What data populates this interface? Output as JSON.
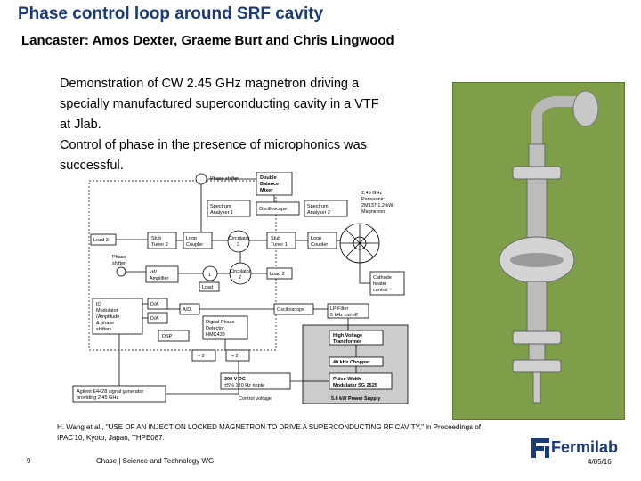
{
  "slide": {
    "title": "Phase control loop around SRF cavity",
    "subtitle": "Lancaster:  Amos Dexter, Graeme Burt and Chris Lingwood",
    "body_lines": [
      "Demonstration of CW 2.45 GHz magnetron driving a",
      "specially manufactured superconducting cavity in a VTF",
      "at Jlab.",
      "Control of phase in the presence of microphonics was",
      "successful."
    ],
    "citation_lines": [
      "H. Wang et al., \"USE OF AN INJECTION LOCKED MAGNETRON TO DRIVE A SUPERCONDUCTING RF CAVITY,\" in Proceedings of",
      "IPAC'10, Kyoto, Japan, THPE087."
    ],
    "footer": {
      "page_number": "9",
      "center_text": "Chase | Science and Technology WG",
      "date": "4/05/16"
    },
    "logo_text": "Fermilab",
    "brand_color": "#1b3a7a"
  },
  "diagram": {
    "phase_shifter_top": "Phase shifter",
    "double_balance_mixer": [
      "Double",
      "Balance",
      "Mixer"
    ],
    "spectrum_analyser_1": [
      "Spectrum",
      "Analyser 1"
    ],
    "oscilloscope_top": "Oscilloscope",
    "spectrum_analyser_2": [
      "Spectrum",
      "Analyser 2"
    ],
    "magnetron_label": [
      "2.45 GHz",
      "Panasonic",
      "2M137 1.2 kW",
      "Magnetron"
    ],
    "load_3": "Load 3",
    "stub_tuner_2": [
      "Stub",
      "Tuner 2"
    ],
    "loop_coupler_left": [
      "Loop",
      "Coupler"
    ],
    "circulator_3": [
      "Circulator",
      "3"
    ],
    "stub_tuner_1": [
      "Stub",
      "Tuner 1"
    ],
    "loop_coupler_right": [
      "Loop",
      "Coupler"
    ],
    "phase_shifter_mid": [
      "Phase",
      "shifter"
    ],
    "kw_amplifier": [
      "kW",
      "Amplifier"
    ],
    "circulator_1": "1",
    "circulator_2": [
      "Circulator",
      "2"
    ],
    "load_2": "Load 2",
    "load_bottom": "Load",
    "cathode_heater": [
      "Cathode",
      "heater",
      "control"
    ],
    "iq_modulator": [
      "IQ",
      "Modulator",
      "(Amplitude",
      "& phase",
      "shifter)"
    ],
    "d_a_1": "D/A",
    "d_a_2": "D/A",
    "a_d": "A/D",
    "dpd": [
      "Digital Phase",
      "Detector",
      "HMC439"
    ],
    "oscilloscope_mid": "Oscilloscope",
    "lp_filter": [
      "LP Filter",
      "5 kHz cut-off"
    ],
    "dsp": "DSP",
    "div_2a": "÷ 2",
    "div_2b": "÷ 2",
    "hv_transformer": [
      "High Voltage",
      "Transformer"
    ],
    "chopper": "40 kHz Chopper",
    "dc_300v": [
      "300 V DC",
      "±5% 120 Hz ripple"
    ],
    "pwm": [
      "Pulse Width",
      "Modulator SG 2525"
    ],
    "power_supply": "5.6 kW Power Supply",
    "control_voltage": "Control voltage",
    "signal_gen": [
      "Agilent E4428 signal generator",
      "providing 2.45 GHz"
    ]
  }
}
